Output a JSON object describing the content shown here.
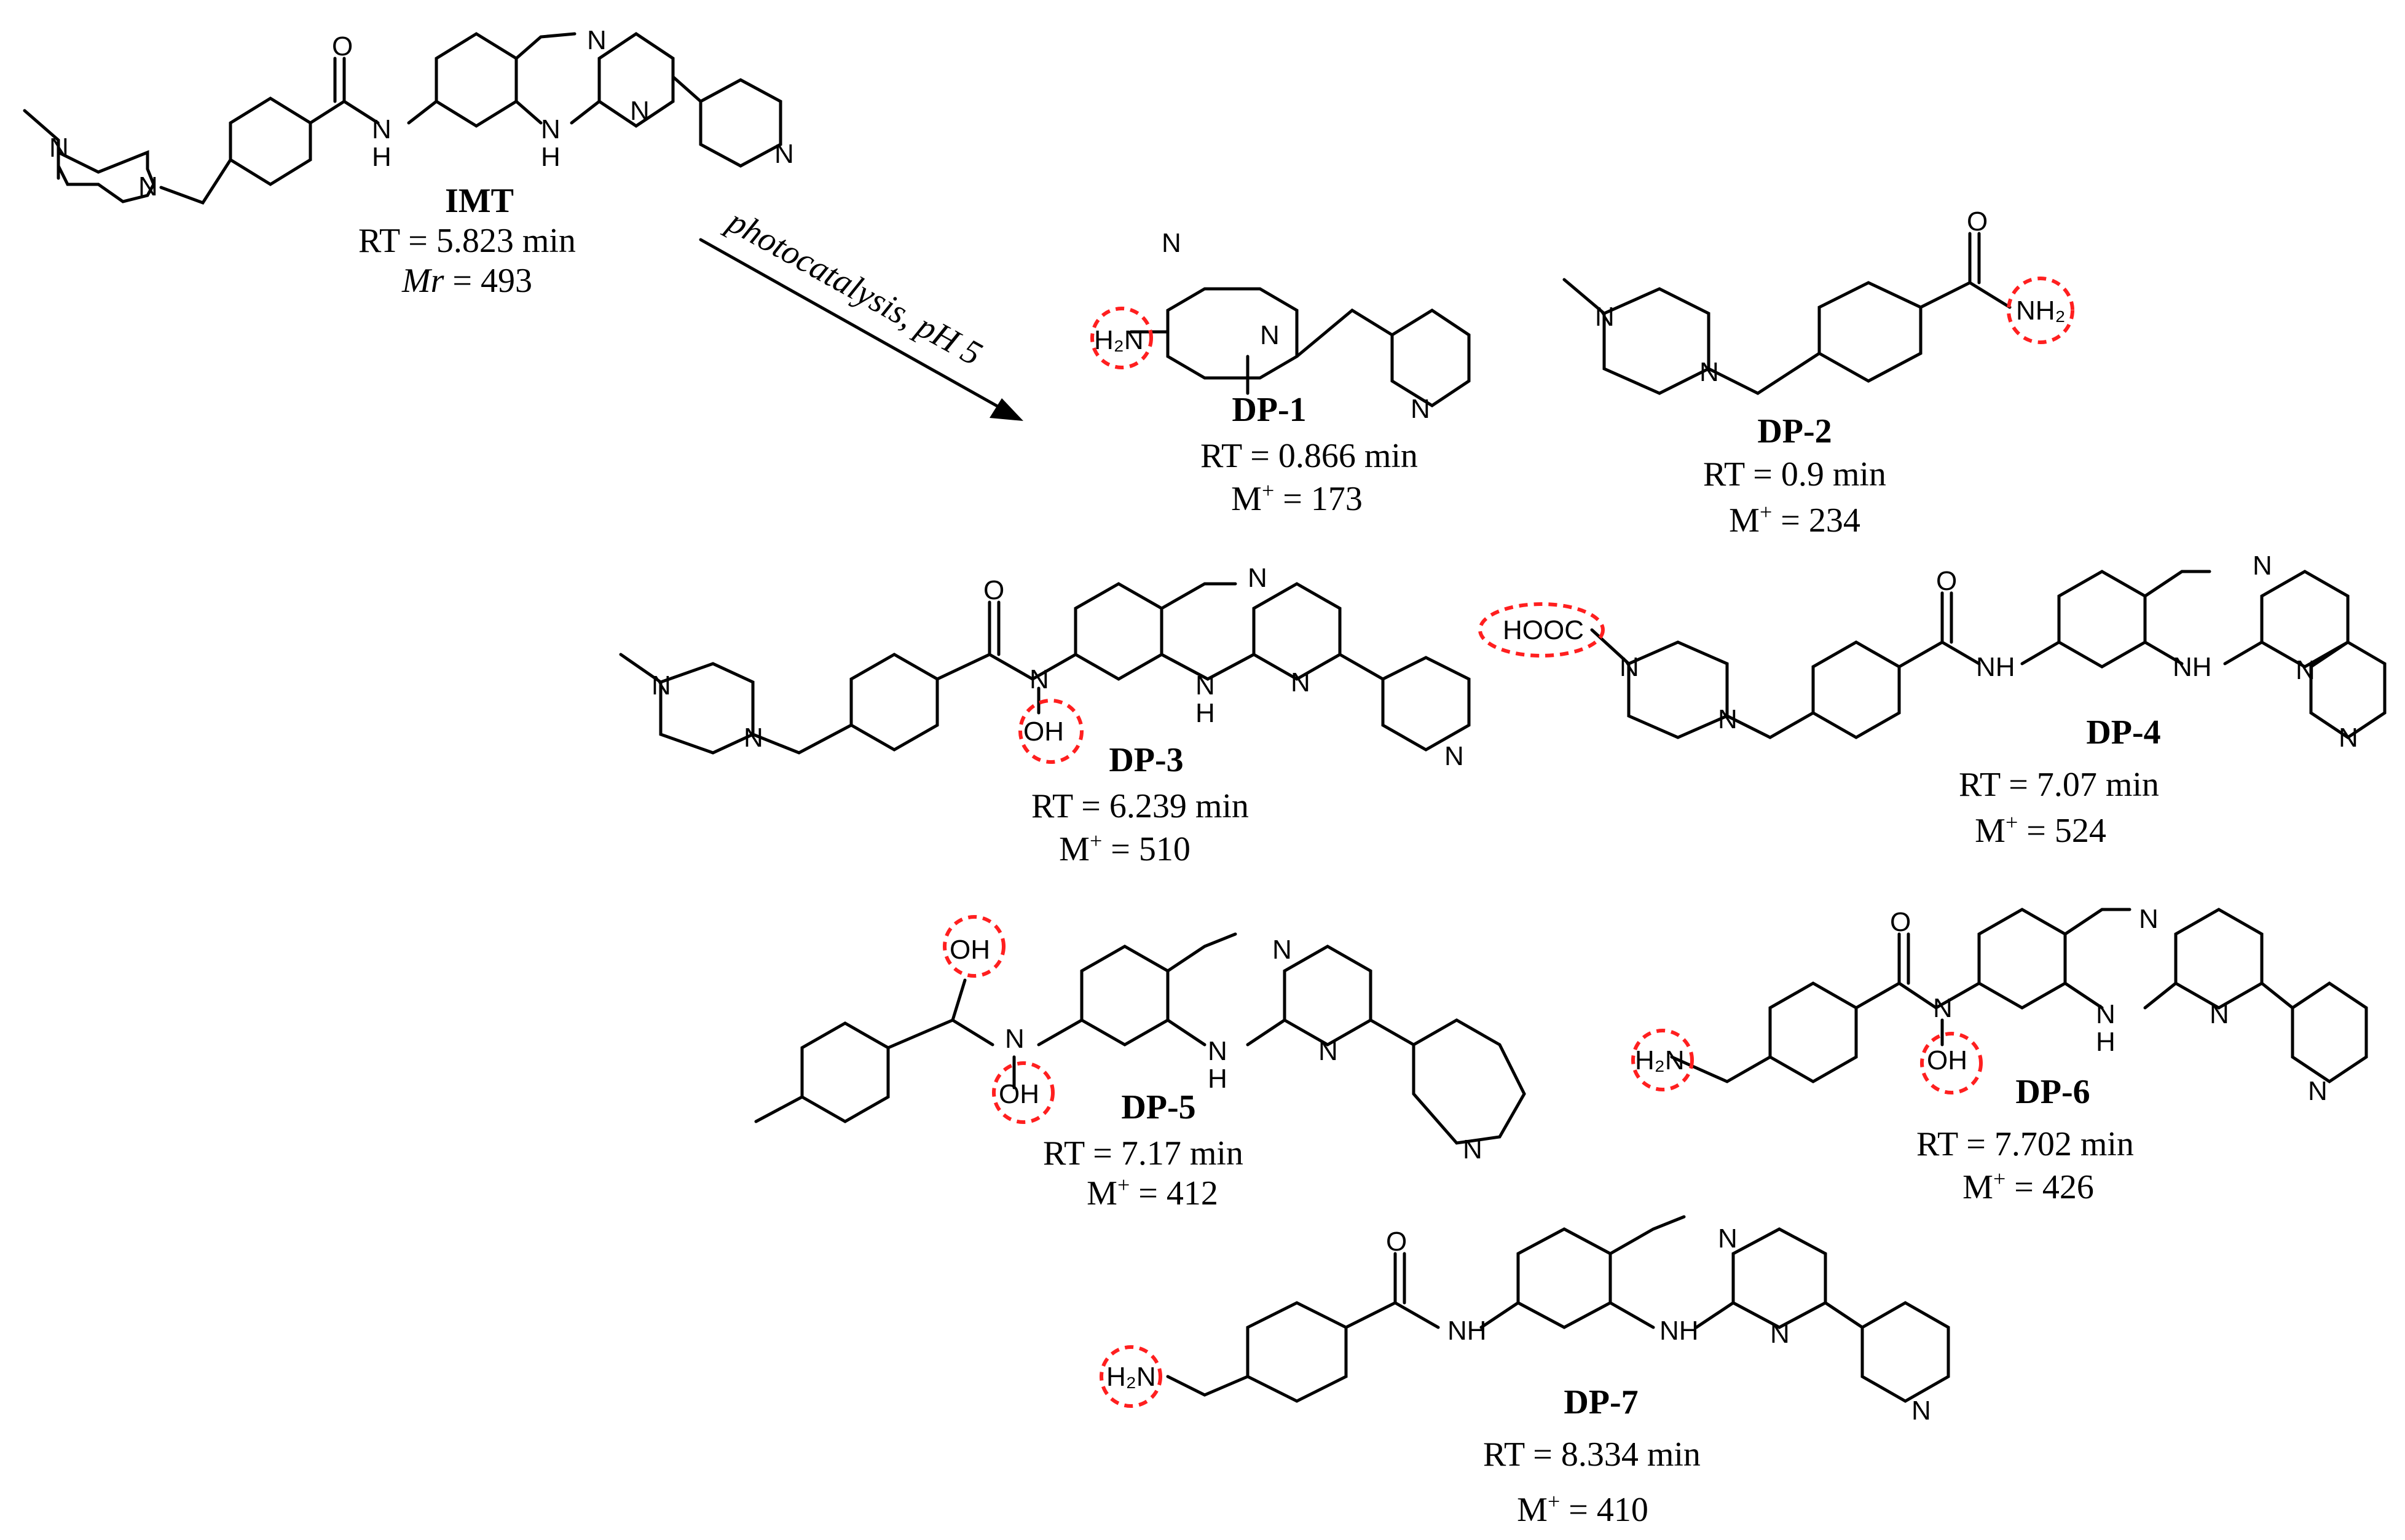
{
  "reaction": {
    "arrow_label": "photocatalysis, pH 5"
  },
  "compounds": [
    {
      "id": "IMT",
      "name": "IMT",
      "rt": "RT = 5.823 min",
      "mass_label": "Mr",
      "mass_value": "= 493"
    },
    {
      "id": "DP-1",
      "name": "DP-1",
      "rt": "RT = 0.866 min",
      "mass_label": "M",
      "mass_sup": "+",
      "mass_value": " = 173"
    },
    {
      "id": "DP-2",
      "name": "DP-2",
      "rt": "RT = 0.9 min",
      "mass_label": "M",
      "mass_sup": "+",
      "mass_value": " = 234"
    },
    {
      "id": "DP-3",
      "name": "DP-3",
      "rt": "RT = 6.239 min",
      "mass_label": "M",
      "mass_sup": "+",
      "mass_value": " = 510"
    },
    {
      "id": "DP-4",
      "name": "DP-4",
      "rt": "RT = 7.07 min",
      "mass_label": "M",
      "mass_sup": "+",
      "mass_value": " = 524"
    },
    {
      "id": "DP-5",
      "name": "DP-5",
      "rt": "RT = 7.17 min",
      "mass_label": "M",
      "mass_sup": "+",
      "mass_value": " = 412"
    },
    {
      "id": "DP-6",
      "name": "DP-6",
      "rt": "RT = 7.702 min",
      "mass_label": "M",
      "mass_sup": "+",
      "mass_value": " = 426"
    },
    {
      "id": "DP-7",
      "name": "DP-7",
      "rt": "RT = 8.334 min",
      "mass_label": "M",
      "mass_sup": "+",
      "mass_value": " = 410"
    }
  ],
  "atoms": {
    "n": "N",
    "nh": "NH",
    "nh_lower": "N",
    "h": "H",
    "o": "O",
    "h2n": "H₂N",
    "nh2": "NH₂",
    "oh": "OH",
    "hooc": "HOOC"
  },
  "colors": {
    "highlight": "#ff1f1f",
    "ink": "#000000"
  }
}
